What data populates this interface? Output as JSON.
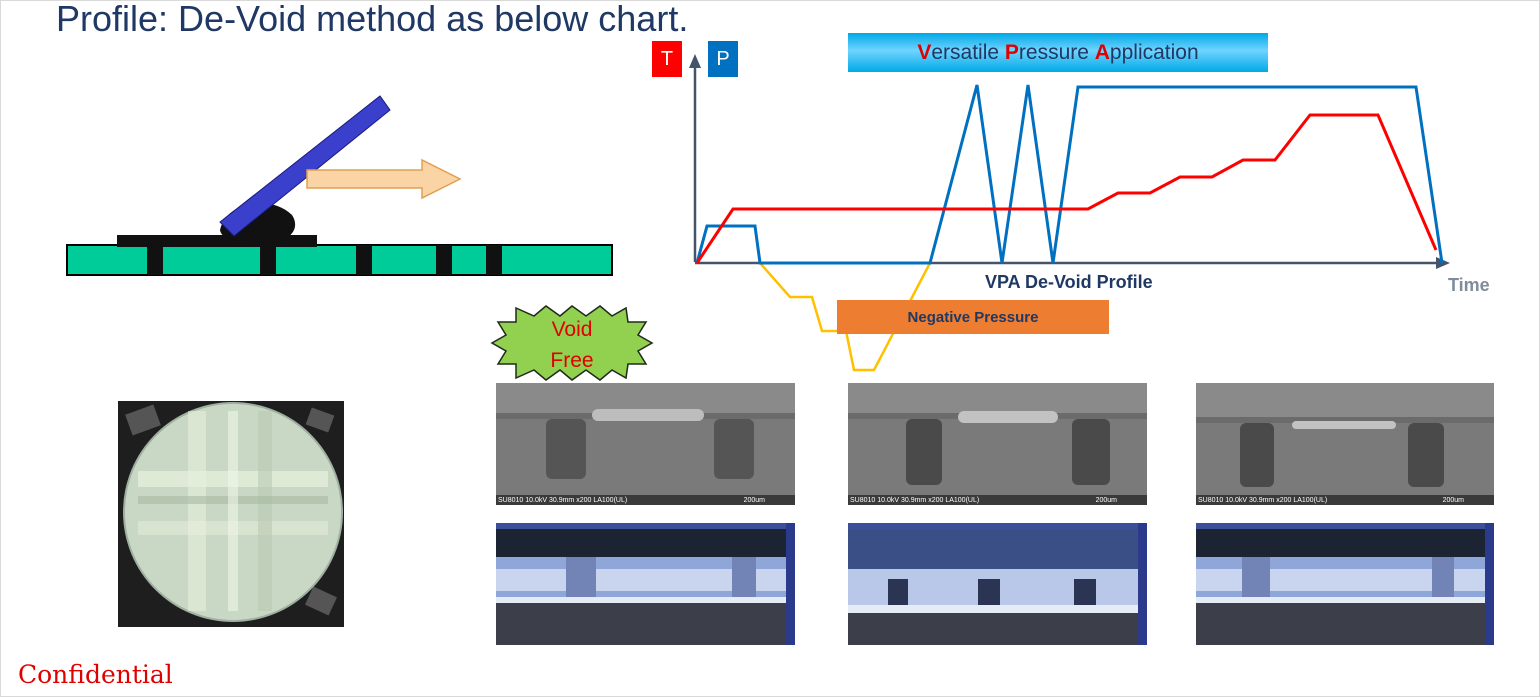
{
  "slide": {
    "title": "Profile: De-Void method as below chart.",
    "confidential": "Confidential"
  },
  "chart": {
    "t_label": "T",
    "p_label": "P",
    "banner": {
      "v": "V",
      "ersatile": "ersatile ",
      "p": "P",
      "ressure": "ressure ",
      "a": "A",
      "pplication": "pplication"
    },
    "profile_caption": "VPA De-Void Profile",
    "x_label": "Time",
    "negative_pressure": "Negative Pressure",
    "colors": {
      "temperature": "#ff0000",
      "pressure": "#0070c0",
      "negative": "#ffc000",
      "axis": "#44546a"
    }
  },
  "badge": {
    "line1": "Void",
    "line2": "Free",
    "color": "#92d050"
  },
  "sem_images": [
    {
      "caption": "SU8010 10.0kV 30.9mm x200 LA100(UL)",
      "scale": "200um"
    },
    {
      "caption": "SU8010 10.0kV 30.9mm x200 LA100(UL)",
      "scale": "200um"
    },
    {
      "caption": "SU8010 10.0kV 30.9mm x200 LA100(UL)",
      "scale": "200um"
    }
  ],
  "icons": [
    "squeegee-icon",
    "arrow-right-icon",
    "wafer-photo",
    "sem-image",
    "microscope-image"
  ]
}
